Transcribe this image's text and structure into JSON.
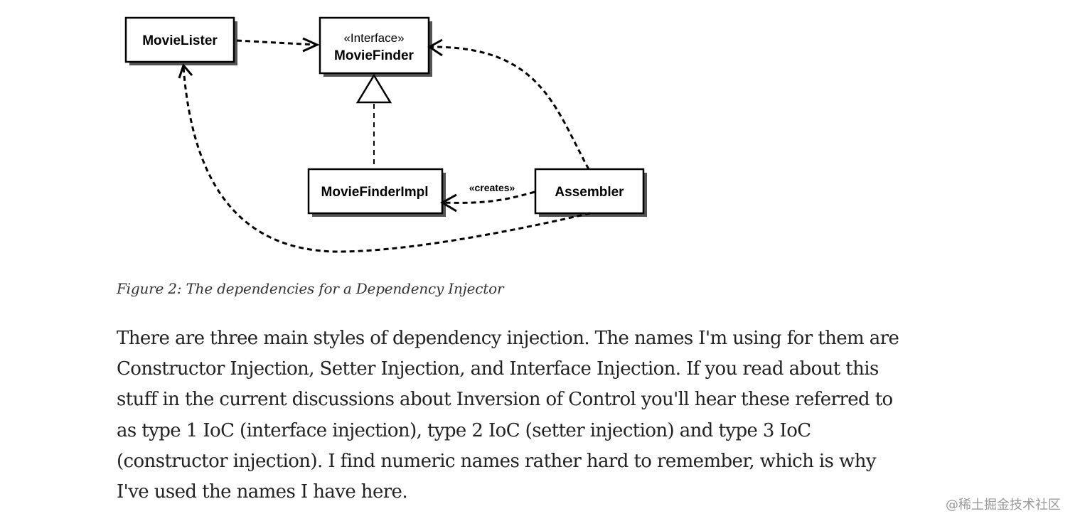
{
  "diagram": {
    "nodes": {
      "movie_lister": {
        "label": "MovieLister"
      },
      "movie_finder": {
        "stereotype": "«Interface»",
        "label": "MovieFinder"
      },
      "movie_finder_impl": {
        "label": "MovieFinderImpl"
      },
      "assembler": {
        "label": "Assembler"
      }
    },
    "edges": {
      "assembler_to_impl_label": "«creates»"
    }
  },
  "caption": "Figure 2: The dependencies for a Dependency Injector",
  "paragraph_lines": [
    "There are three main styles of dependency injection. The names I'm using for them are",
    "Constructor Injection, Setter Injection, and Interface Injection. If you read about this",
    "stuff in the current discussions about Inversion of Control you'll hear these referred to",
    "as type 1 IoC (interface injection), type 2 IoC (setter injection) and type 3 IoC",
    "(constructor injection). I find numeric names rather hard to remember, which is why",
    "I've used the names I have here."
  ],
  "watermark": "@稀土掘金技术社区"
}
